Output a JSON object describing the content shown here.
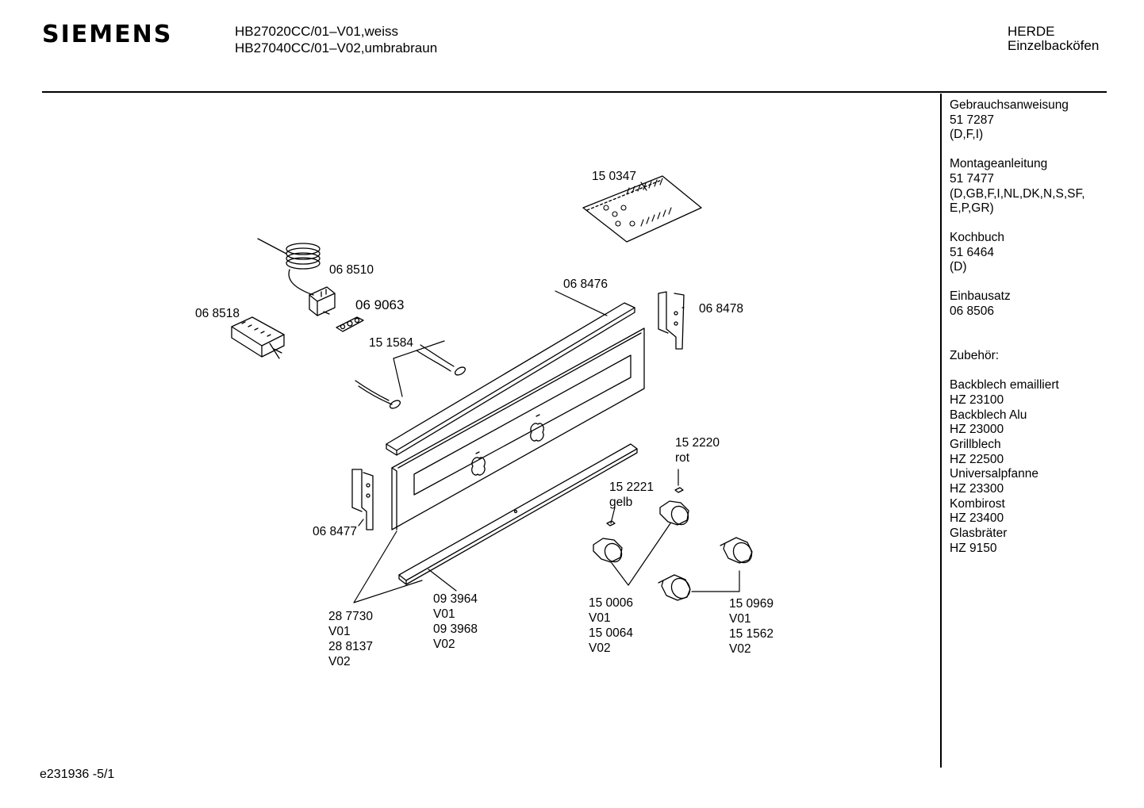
{
  "header": {
    "brand": "SIEMENS",
    "model_line_1": "HB27020CC/01–V01,weiss",
    "model_line_2": "HB27040CC/01–V02,umbrabraun",
    "category_line_1": "HERDE",
    "category_line_2": "Einzelbacköfen"
  },
  "sidebar": {
    "documents": [
      {
        "title": "Gebrauchsanweisung",
        "number": "51 7287",
        "languages": "(D,F,I)"
      },
      {
        "title": "Montageanleitung",
        "number": "51 7477",
        "languages": "(D,GB,F,I,NL,DK,N,S,SF,",
        "languages_2": "E,P,GR)"
      },
      {
        "title": "Kochbuch",
        "number": "51 6464",
        "languages": "(D)"
      },
      {
        "title": "Einbausatz",
        "number": "06 8506"
      }
    ],
    "accessories_heading": "Zubehör:",
    "accessories": [
      {
        "name": "Backblech emailliert",
        "number": "HZ 23100"
      },
      {
        "name": "Backblech Alu",
        "number": "HZ 23000"
      },
      {
        "name": "Grillblech",
        "number": "HZ 22500"
      },
      {
        "name": "Universalpfanne",
        "number": "HZ 23300"
      },
      {
        "name": "Kombirost",
        "number": "HZ 23400"
      },
      {
        "name": "Glasbräter",
        "number": "HZ 9150"
      }
    ]
  },
  "parts": {
    "p150347": "15 0347",
    "p068510": "06 8510",
    "p069063": "06 9063",
    "p068518": "06 8518",
    "p151584": "15 1584",
    "p068476": "06 8476",
    "p068478": "06 8478",
    "p068477": "06 8477",
    "p152220": "15 2220",
    "p152220_note": "rot",
    "p152221": "15 2221",
    "p152221_note": "gelb",
    "p287730": "28 7730",
    "p287730_v": "V01",
    "p288137": "28 8137",
    "p288137_v": "V02",
    "p093964": "09 3964",
    "p093964_v": "V01",
    "p093968": "09 3968",
    "p093968_v": "V02",
    "p150006": "15 0006",
    "p150006_v": "V01",
    "p150064": "15 0064",
    "p150064_v": "V02",
    "p150969": "15 0969",
    "p150969_v": "V01",
    "p151562": "15 1562",
    "p151562_v": "V02"
  },
  "footer": {
    "code": "e231936 -5/1"
  }
}
